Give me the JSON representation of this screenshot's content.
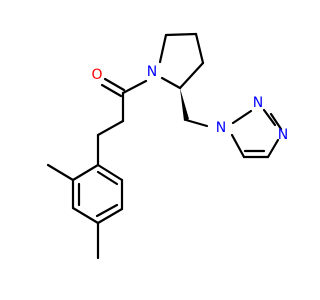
{
  "molecule": {
    "atoms": {
      "oxygen": {
        "symbol": "O",
        "color": "#ff0000"
      },
      "ring_nitrogen": {
        "symbol": "N",
        "color": "#0000ff"
      },
      "triazole_n1": {
        "symbol": "N",
        "color": "#0000ff"
      },
      "triazole_n2": {
        "symbol": "N",
        "color": "#0000ff"
      },
      "triazole_n3": {
        "symbol": "N",
        "color": "#0000ff"
      }
    },
    "colors": {
      "bond": "#000000",
      "background": "#ffffff",
      "oxygen": "#ff0000",
      "nitrogen": "#0000ff"
    }
  }
}
